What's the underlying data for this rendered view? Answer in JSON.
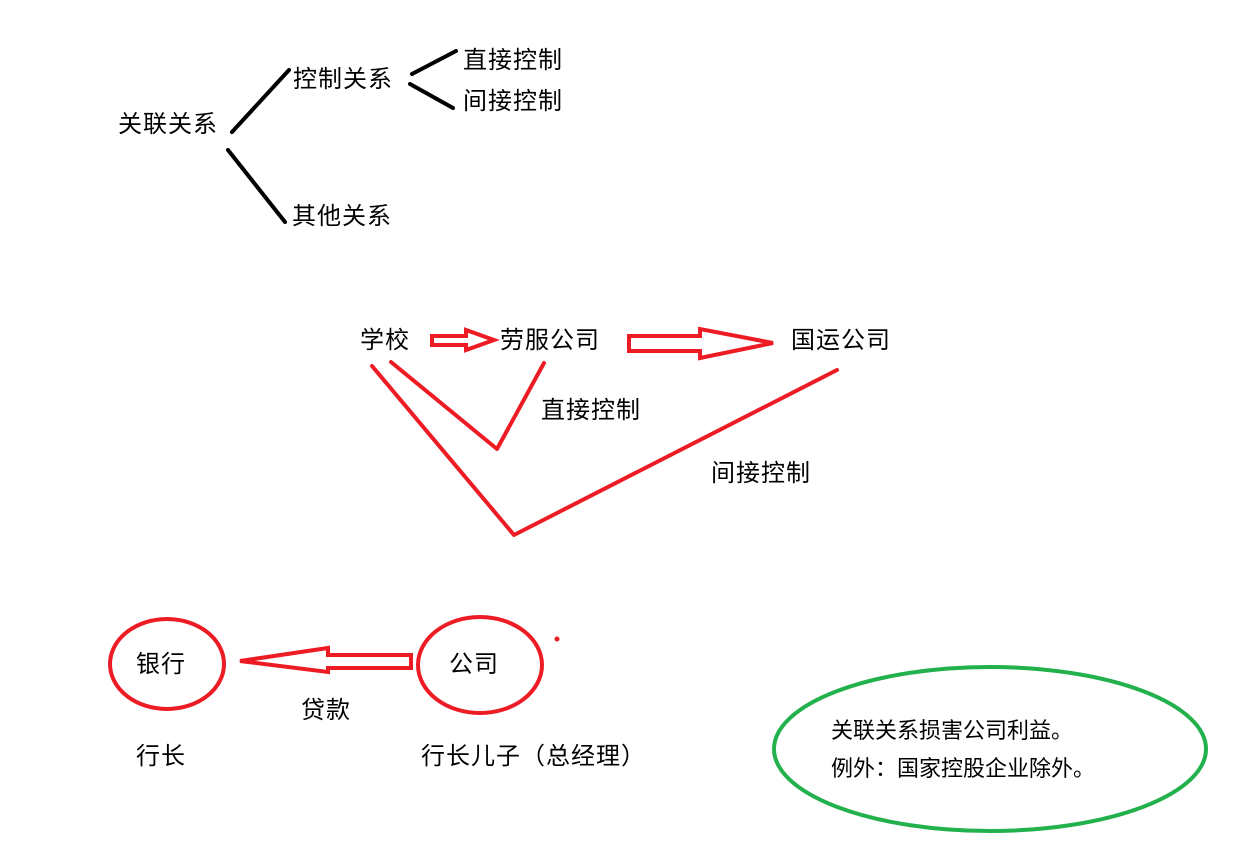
{
  "colors": {
    "black": "#000000",
    "red": "#ed1c24",
    "green": "#22b14c",
    "background": "#ffffff"
  },
  "tree": {
    "root": "关联关系",
    "branch_control": "控制关系",
    "branch_other": "其他关系",
    "leaf_direct": "直接控制",
    "leaf_indirect": "间接控制"
  },
  "control_example": {
    "school": "学校",
    "labor_company": "劳服公司",
    "transport_company": "国运公司",
    "direct_label": "直接控制",
    "indirect_label": "间接控制"
  },
  "loan_example": {
    "bank": "银行",
    "company": "公司",
    "loan_label": "贷款",
    "bank_person": "行长",
    "company_person": "行长儿子（总经理）"
  },
  "note": {
    "line1": "关联关系损害公司利益。",
    "line2": "例外：国家控股企业除外。"
  }
}
